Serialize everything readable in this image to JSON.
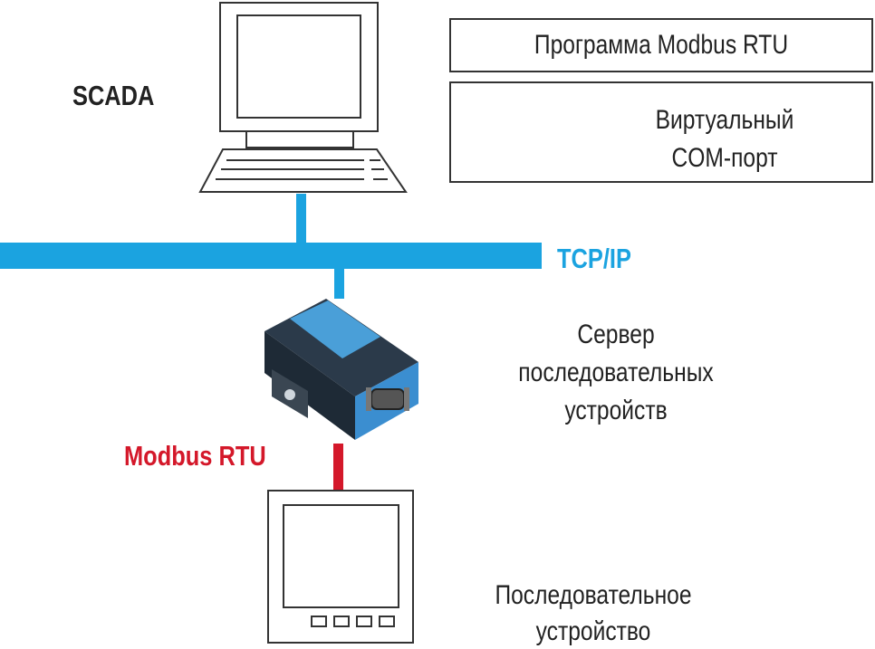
{
  "scada": {
    "label": "SCADA"
  },
  "software": {
    "program_label": "Программа Modbus RTU",
    "virtual_port_label_line1": "Виртуальный",
    "virtual_port_label_line2": "COM-порт"
  },
  "network": {
    "label": "TCP/IP",
    "color": "#1ba3e0"
  },
  "serial_link": {
    "label": "Modbus RTU",
    "color": "#d4182a"
  },
  "gateway": {
    "label_line1": "Сервер",
    "label_line2": "последовательных",
    "label_line3": "устройств"
  },
  "device": {
    "label_line1": "Последовательное",
    "label_line2": "устройство"
  }
}
